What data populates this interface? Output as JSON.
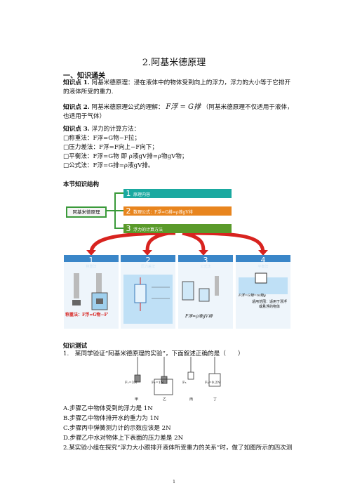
{
  "title": "2.阿基米德原理",
  "section1": "一、知识通关",
  "kp1": {
    "label": "知识点 1.",
    "text": "阿基米德原理：浸在液体中的物体受到向上的浮力，浮力的大小等于它排开的液体所受的重力."
  },
  "kp2": {
    "label": "知识点 2.",
    "text1": "阿基米德原理公式的理解：",
    "formula": "F浮 = G排",
    "text2": "（阿基米德原理不仅适用于液体，也适用于气体）"
  },
  "kp3": {
    "label": "知识点 3.",
    "text": "浮力的计算方法：",
    "items": [
      "称重法：F浮=G物−F拉；",
      "压力差法：F浮=F向上−F向下；",
      "平衡法：F浮=G物 即 ρ液gV排=ρ物gV物；",
      "公式法：F浮=G排=ρ液gV排。"
    ]
  },
  "structure_title": "本节知识结构",
  "diagram": {
    "root": "阿基米德原理",
    "bars": [
      {
        "n": "1",
        "label": "原理内容"
      },
      {
        "n": "2",
        "label": "数理公式：F浮=G排=ρ液gV排"
      },
      {
        "n": "3",
        "label": "浮力的计算方法"
      }
    ],
    "panels": [
      {
        "n": "1",
        "label": "称重法"
      },
      {
        "n": "2",
        "label": "压力差法"
      },
      {
        "n": "3",
        "label": "公式法"
      },
      {
        "n": "4",
        "label": "平衡法"
      }
    ],
    "p1_formula": "称重法：F浮=G物−F'",
    "p3_formula": "F浮=ρ液gV排",
    "p4_text": "适用范围：适用于漂浮或悬浮的物体",
    "p4_formula": "F浮=G物=m物g"
  },
  "test_title": "知识测试",
  "q1": {
    "stem": "1.　某同学验证“阿基米德原理的实验”，下面叙述正确的是（　　）",
    "fig": [
      "F₁=3N",
      "F₂=1N",
      "F₃",
      "F₄=0.2N",
      "甲",
      "乙",
      "丙",
      "丁"
    ],
    "options": [
      "A.步骤乙中物体受到的浮力是 1N",
      "B.步骤乙中物体排开水的重力为 1N",
      "C.步骤丙中弹簧测力计的示数应该是 2N",
      "D.步骤乙中水对物体上下表面的压力差是 2N"
    ]
  },
  "q2": "2.某实验小组在探究“浮力大小跟排开液体所受重力的关系”时，做了如图所示的四次测",
  "page_number": "1"
}
